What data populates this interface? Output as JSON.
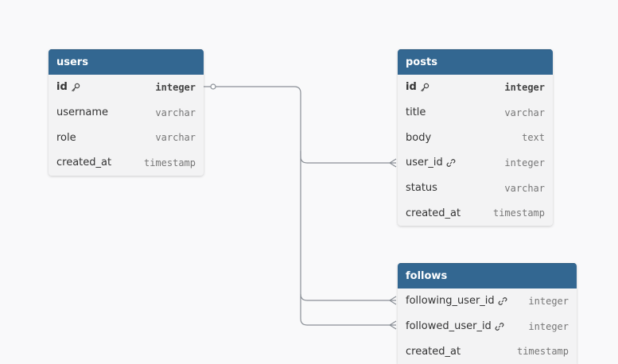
{
  "tables": {
    "users": {
      "name": "users",
      "columns": [
        {
          "name": "id",
          "type": "integer",
          "pk": true,
          "icon": "key-icon"
        },
        {
          "name": "username",
          "type": "varchar"
        },
        {
          "name": "role",
          "type": "varchar"
        },
        {
          "name": "created_at",
          "type": "timestamp"
        }
      ]
    },
    "posts": {
      "name": "posts",
      "columns": [
        {
          "name": "id",
          "type": "integer",
          "pk": true,
          "icon": "key-icon"
        },
        {
          "name": "title",
          "type": "varchar"
        },
        {
          "name": "body",
          "type": "text"
        },
        {
          "name": "user_id",
          "type": "integer",
          "icon": "link-icon"
        },
        {
          "name": "status",
          "type": "varchar"
        },
        {
          "name": "created_at",
          "type": "timestamp"
        }
      ]
    },
    "follows": {
      "name": "follows",
      "columns": [
        {
          "name": "following_user_id",
          "type": "integer",
          "icon": "link-icon"
        },
        {
          "name": "followed_user_id",
          "type": "integer",
          "icon": "link-icon"
        },
        {
          "name": "created_at",
          "type": "timestamp"
        }
      ]
    }
  },
  "colors": {
    "header": "#336791",
    "connector": "#8a8f96",
    "background": "#f9f9fa"
  }
}
